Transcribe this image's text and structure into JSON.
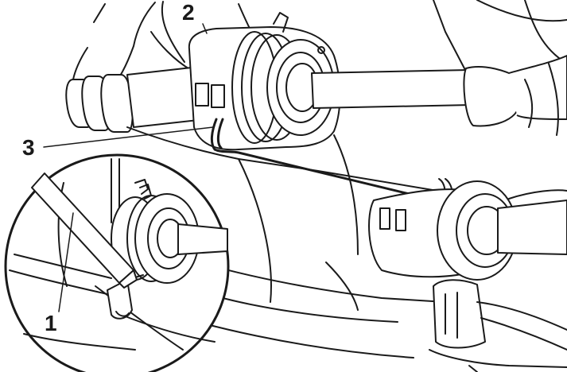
{
  "callouts": {
    "one": "1",
    "two": "2",
    "three": "3"
  },
  "colors": {
    "ink": "#1a1a1a",
    "background": "#ffffff"
  }
}
